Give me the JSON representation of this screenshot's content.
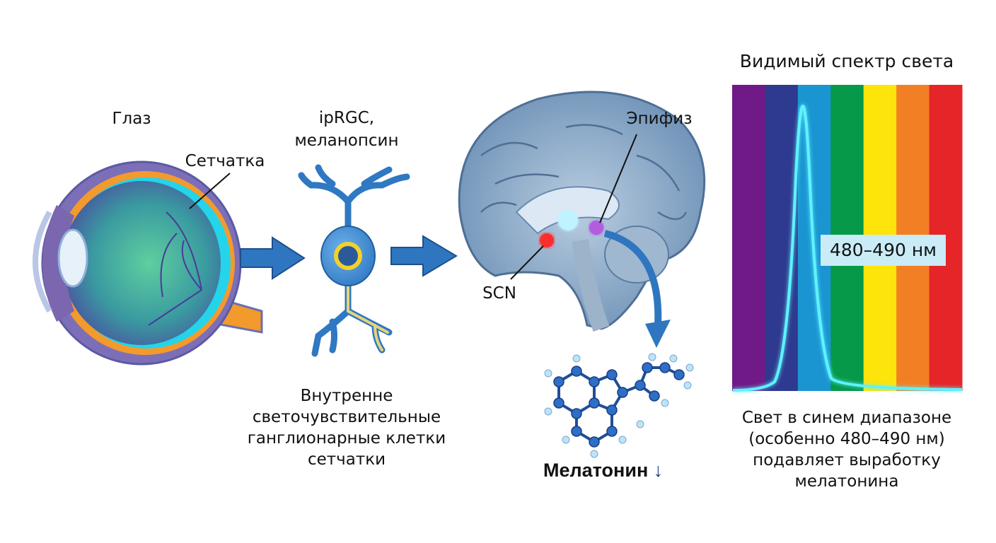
{
  "eye": {
    "title": "Глаз",
    "retina_label": "Сетчатка"
  },
  "neuron": {
    "title_line1": "ipRGC,",
    "title_line2": "меланопсин",
    "caption": [
      "Внутренне",
      "светочувствительные",
      "ганглионарные клетки",
      "сетчатки"
    ]
  },
  "brain": {
    "pineal_label": "Эпифиз",
    "scn_label": "SCN"
  },
  "melatonin": {
    "label": "Мелатонин",
    "arrow": "↓"
  },
  "spectrum": {
    "title": "Видимый спектр света",
    "peak_label": "480–490 нм",
    "bands": [
      "#6f1a86",
      "#2e3a8f",
      "#1a95d2",
      "#06994a",
      "#fde40a",
      "#f37f25",
      "#e52527"
    ],
    "caption": [
      "Свет в синем диапазоне",
      "(особенно 480–490 нм)",
      "подавляет выработку",
      "мелатонина"
    ]
  },
  "colors": {
    "arrow": "#2f76c0",
    "glow": "#5ef2ff"
  }
}
